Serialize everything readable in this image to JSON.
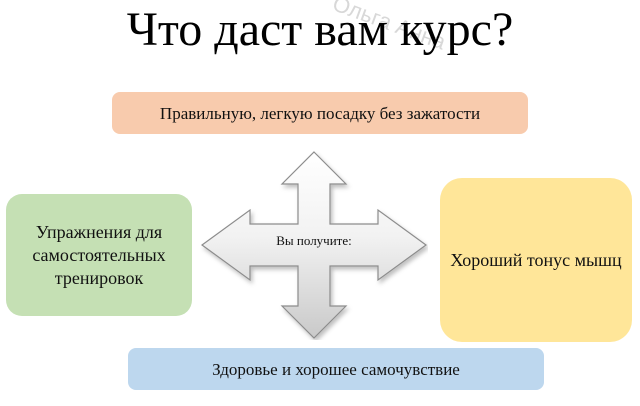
{
  "title": "Что даст вам курс?",
  "watermark": "Ольга Анна",
  "center": {
    "label": "Вы получите:",
    "icon": "four-way-arrow-icon"
  },
  "boxes": {
    "top": {
      "text": "Правильную, легкую посадку без зажатости",
      "color": "#f8cbad"
    },
    "left": {
      "text": "Упражнения для самостоятельных тренировок",
      "color": "#c5e0b4"
    },
    "right": {
      "text": "Хороший тонус мышц",
      "color": "#ffe699"
    },
    "bottom": {
      "text": "Здоровье и хорошее самочувствие",
      "color": "#bdd7ee"
    }
  }
}
